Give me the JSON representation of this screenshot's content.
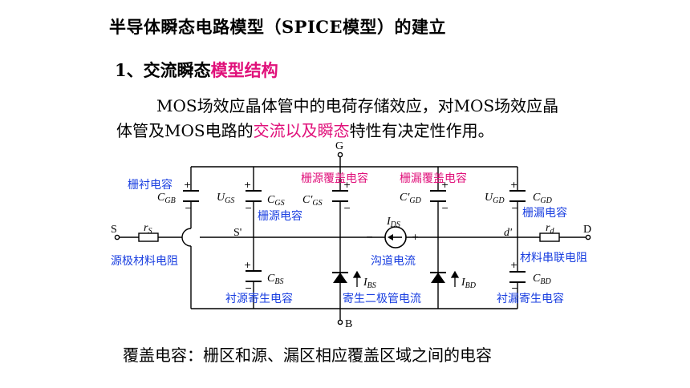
{
  "slide": {
    "title": "半导体瞬态电路模型（SPICE模型）的建立",
    "heading_prefix": "1、交流瞬态",
    "heading_highlight": "模型结构",
    "para_line1": "MOS场效应晶体管中的电荷存储效应，对MOS场效应晶",
    "para_line2_a": "体管及MOS电路的",
    "para_line2_highlight": "交流以及瞬态",
    "para_line2_b": "特性有决定性作用。",
    "footer": "覆盖电容：栅区和源、漏区相应覆盖区域之间的电容",
    "highlight_color": "#e0107a",
    "annotation_color": "#1a3fe0"
  },
  "circuit": {
    "terminals": {
      "gate": "G",
      "source": "S",
      "drain": "D",
      "bulk": "B"
    },
    "nodes": {
      "source_internal": "S'",
      "drain_internal": "d'"
    },
    "capacitors": {
      "cgb": "C",
      "cgb_sub": "GB",
      "cgs": "C",
      "cgs_sub": "GS",
      "cgs_overlap": "C′",
      "cgs_overlap_sub": "GS",
      "cgd_overlap": "C′",
      "cgd_overlap_sub": "GD",
      "cgd": "C",
      "cgd_sub": "GD",
      "cbs": "C",
      "cbs_sub": "BS",
      "cbd": "C",
      "cbd_sub": "BD"
    },
    "voltages": {
      "ugs": "U",
      "ugs_sub": "GS",
      "ugd": "U",
      "ugd_sub": "GD"
    },
    "resistors": {
      "rs": "r",
      "rs_sub": "S",
      "rd": "r",
      "rd_sub": "d"
    },
    "currents": {
      "ids": "I",
      "ids_sub": "DS",
      "ibs": "I",
      "ibs_sub": "BS",
      "ibd": "I",
      "ibd_sub": "BD"
    },
    "annotations": {
      "gate_substrate_cap": "栅衬电容",
      "gate_source_overlap": "栅源覆盖电容",
      "gate_drain_overlap": "栅漏覆盖电容",
      "gate_source_cap": "栅源电容",
      "gate_drain_cap": "栅漏电容",
      "source_resistance": "源极材料电阻",
      "channel_current": "沟道电流",
      "drain_resistance": "材料串联电阻",
      "bulk_source_cap": "衬源寄生电容",
      "parasitic_diode_current": "寄生二极管电流",
      "bulk_drain_cap": "衬漏寄生电容"
    }
  }
}
